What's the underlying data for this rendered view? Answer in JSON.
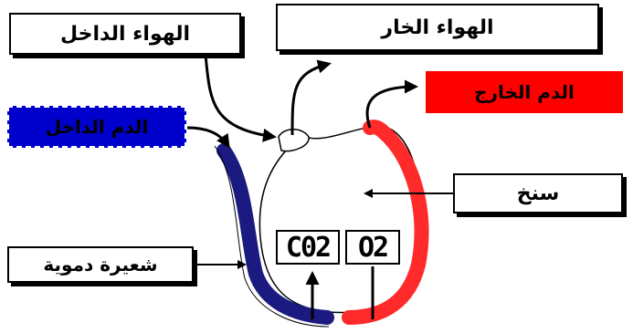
{
  "labels": {
    "air_in": "الهواء الداخل",
    "air_out": "الهواء الخار",
    "blood_in": "الدم الداخل",
    "blood_out": "الدم الخارج",
    "alveolus": "سنخ",
    "capillary": "شعيرة دموية"
  },
  "gases": {
    "co2": "C02",
    "o2": "O2"
  },
  "colors": {
    "blood_in": "#0000cc",
    "blood_out": "#ff0000",
    "capillary_deoxygenated": "#1a1a80",
    "capillary_oxygenated": "#ff2a2a"
  }
}
